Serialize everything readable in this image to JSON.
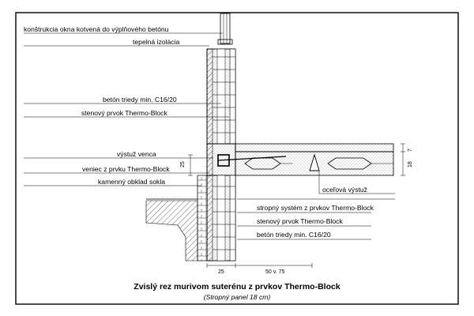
{
  "labels": {
    "window_anchor": "konštrukcia okna kotvená do výplňového betónu",
    "thermal_insulation": "tepelná izolácia",
    "concrete_top": "betón triedy min. C16/20",
    "wall_element_top": "stenový prvok Thermo-Block",
    "ring_beam_reinforcement": "výstuž venca",
    "ring_beam": "veniec z prvku Thermo-Block",
    "stone_cladding": "kamenný obklad sokla",
    "steel_reinforcement": "oceľová výstuž",
    "ceiling_system": "stropný systém z prvkov Thermo-Block",
    "wall_element_bottom": "stenový prvok Thermo-Block",
    "concrete_bottom": "betón triedy min. C16/20"
  },
  "dimensions": {
    "ring_beam_height": "25",
    "slab_thickness": "18",
    "topping": "7",
    "wall_width": "25",
    "spacing": "50 v. 75"
  },
  "caption": {
    "title": "Zvislý rez murivom suterénu z prvkov Thermo-Block",
    "subtitle": "(Stropný panel 18 cm)"
  }
}
